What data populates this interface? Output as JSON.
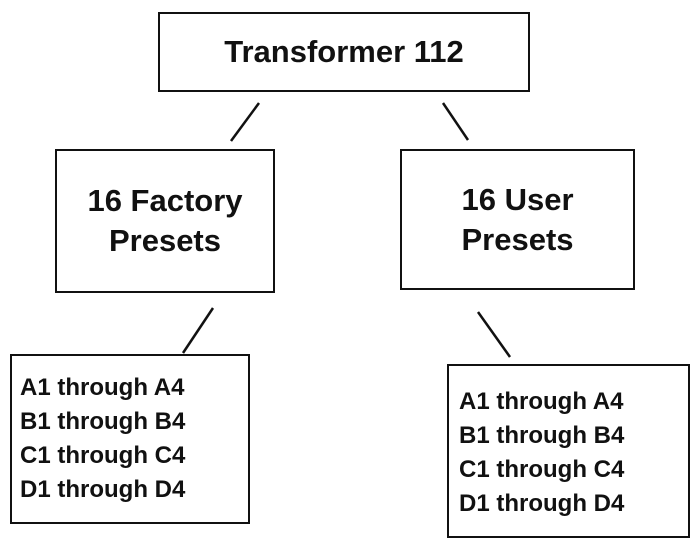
{
  "root": {
    "title": "Transformer 112"
  },
  "branches": [
    {
      "title_lines": [
        "16 Factory",
        "Presets"
      ],
      "ranges": [
        "A1 through A4",
        "B1 through B4",
        "C1 through C4",
        "D1 through D4"
      ]
    },
    {
      "title_lines": [
        "16 User",
        "Presets"
      ],
      "ranges": [
        "A1 through A4",
        "B1 through B4",
        "C1 through C4",
        "D1 through D4"
      ]
    }
  ]
}
